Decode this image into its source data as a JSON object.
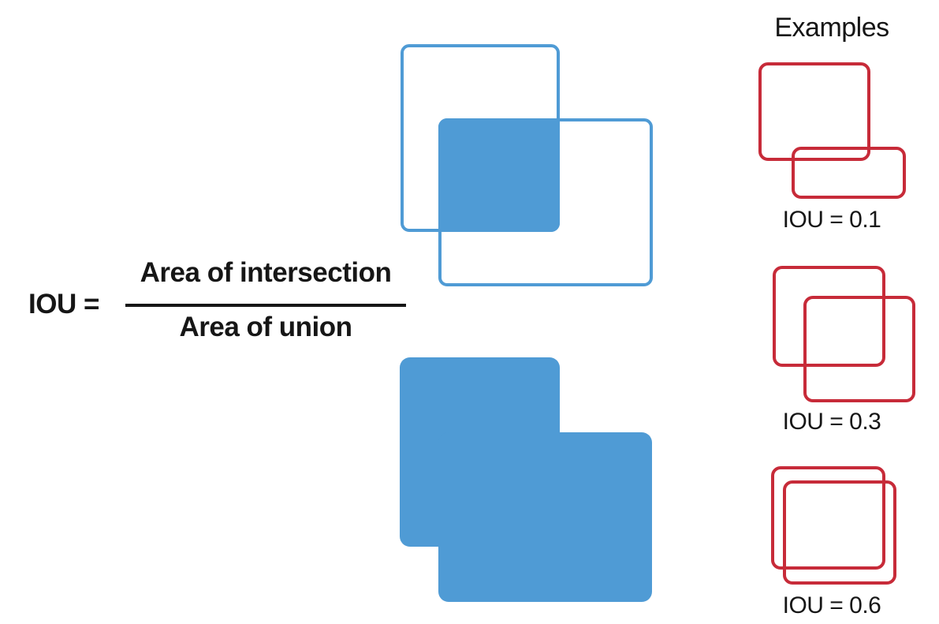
{
  "colors": {
    "blue": "#4f9bd5",
    "red": "#c72b39",
    "ink": "#161616",
    "bg": "#ffffff"
  },
  "formula": {
    "lhs": "IOU =",
    "numerator": "Area of intersection",
    "denominator": "Area of union"
  },
  "figures": {
    "intersection": "two overlapping outlined boxes with filled intersection",
    "union": "two overlapping boxes filled as union"
  },
  "examples": {
    "title": "Examples",
    "items": [
      {
        "label": "IOU = 0.1"
      },
      {
        "label": "IOU = 0.3"
      },
      {
        "label": "IOU = 0.6"
      }
    ]
  }
}
